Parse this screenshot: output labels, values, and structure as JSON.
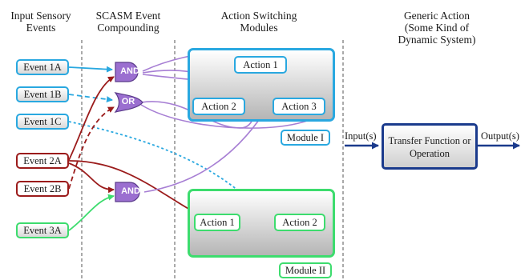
{
  "headers": {
    "col1": "Input Sensory\nEvents",
    "col2": "SCASM Event\nCompounding",
    "col3": "Action Switching\nModules",
    "col4": "Generic Action\n(Some Kind of\nDynamic System)"
  },
  "events": {
    "e1a": "Event 1A",
    "e1b": "Event 1B",
    "e1c": "Event 1C",
    "e2a": "Event 2A",
    "e2b": "Event 2B",
    "e3a": "Event 3A"
  },
  "gates": {
    "and_top": "AND",
    "or": "OR",
    "and_bottom": "AND"
  },
  "module1": {
    "label": "Module I",
    "actions": [
      "Action 1",
      "Action 2",
      "Action 3"
    ]
  },
  "module2": {
    "label": "Module II",
    "actions": [
      "Action 1",
      "Action 2"
    ]
  },
  "generic": {
    "input": "Input(s)",
    "output": "Output(s)",
    "box": "Transfer Function or Operation"
  },
  "colors": {
    "blue": "#29a8e0",
    "dark_red": "#9b1b1b",
    "green": "#3ddc6e",
    "purple": "#a77fd4",
    "gate_fill": "#9b6fd0",
    "navy": "#1a3a8c"
  }
}
